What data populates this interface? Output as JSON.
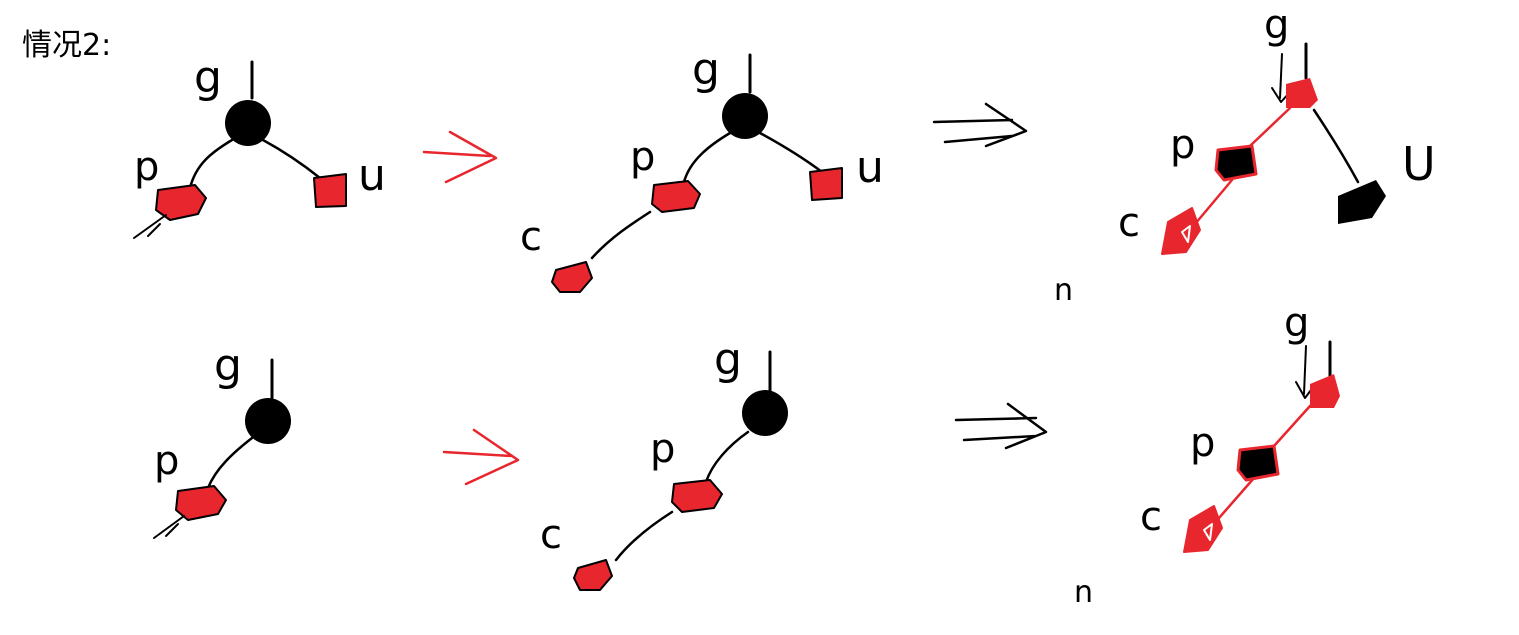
{
  "title": "情况2:",
  "labels": {
    "grandparent": "g",
    "parent": "p",
    "uncle": "u",
    "uncle_big": "U",
    "child": "c",
    "stray": "n"
  },
  "colors": {
    "red_node": "#e8262e",
    "black_node": "#000000",
    "red_arrow": "#e8262e",
    "edge": "#000000",
    "red_edge": "#e8262e"
  }
}
